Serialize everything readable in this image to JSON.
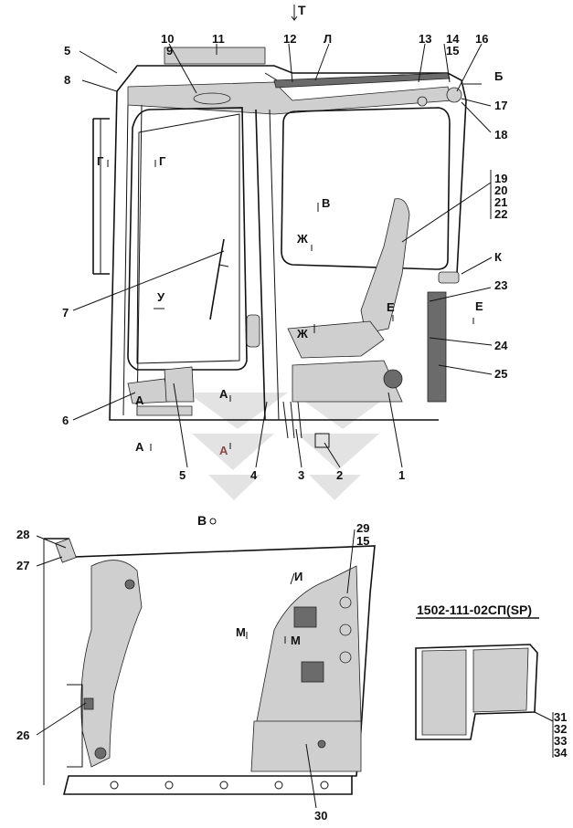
{
  "view_labels": {
    "top_arrow": "Т",
    "cut_v": "В",
    "cut_zh": "Ж",
    "cut_u": "У",
    "cut_g": "Г",
    "cut_a": "А",
    "cut_e": "Е",
    "cut_k": "К",
    "cut_b": "Б",
    "cut_l": "Л",
    "lower_view": "В",
    "cut_i": "И",
    "cut_m": "М"
  },
  "callouts": {
    "n1": "1",
    "n2": "2",
    "n3": "3",
    "n4": "4",
    "n5": "5",
    "n5b": "5",
    "n6": "6",
    "n7": "7",
    "n8": "8",
    "n9": "9",
    "n10": "10",
    "n11": "11",
    "n12": "12",
    "n13": "13",
    "n14": "14",
    "n15": "15",
    "n15b": "15",
    "n16": "16",
    "n17": "17",
    "n18": "18",
    "n19": "19",
    "n20": "20",
    "n21": "21",
    "n22": "22",
    "n23": "23",
    "n24": "24",
    "n25": "25",
    "n26": "26",
    "n27": "27",
    "n28": "28",
    "n29": "29",
    "n30": "30",
    "n31": "31",
    "n32": "32",
    "n33": "33",
    "n34": "34"
  },
  "variant_title": "1502-111-02СП(SP)"
}
